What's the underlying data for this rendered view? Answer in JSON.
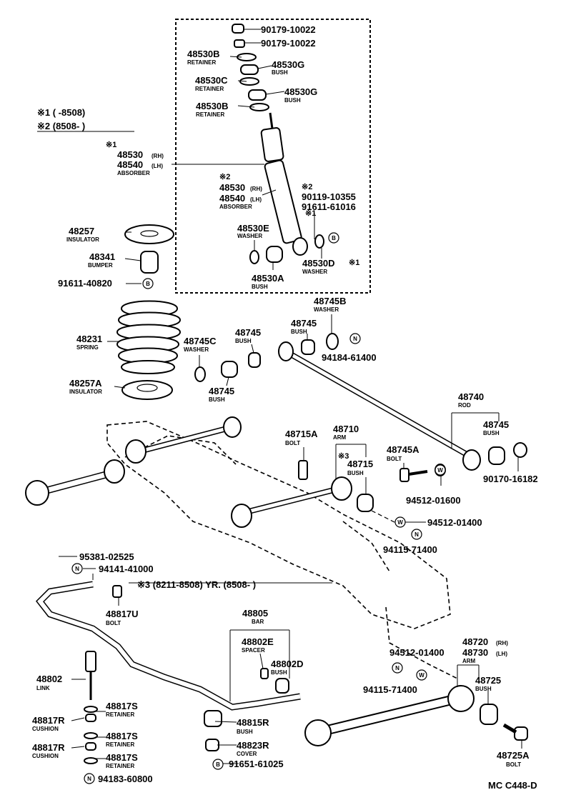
{
  "notes": {
    "n1": "※1 (       -8508)",
    "n2": "※2 (8508-          )",
    "n3": "※3 (8211-8508) YR. (8508-           )",
    "diagram_code": "MC C448-D"
  },
  "markers": {
    "m1": "※1",
    "m2": "※2",
    "m1b": "※1",
    "m2b": "※2",
    "m3": "※3",
    "tail": "※1"
  },
  "symbols": {
    "b": "B",
    "n": "N",
    "w": "W"
  },
  "labels": {
    "p90179a": "90179-10022",
    "p90179b": "90179-10022",
    "p48530b1": "48530B",
    "p48530b1_d": "RETAINER",
    "p48530g1": "48530G",
    "p48530g1_d": "BUSH",
    "p48530c": "48530C",
    "p48530c_d": "RETAINER",
    "p48530g2": "48530G",
    "p48530g2_d": "BUSH",
    "p48530b2": "48530B",
    "p48530b2_d": "RETAINER",
    "p48530rh1": "48530",
    "p48530rh1_s": "(RH)",
    "p48540lh1": "48540",
    "p48540lh1_s": "(LH)",
    "absorber1": "ABSORBER",
    "p48530rh2": "48530",
    "p48530rh2_s": "(RH)",
    "p48540lh2": "48540",
    "p48540lh2_s": "(LH)",
    "absorber2": "ABSORBER",
    "p90119": "90119-10355",
    "p91611_61016": "91611-61016",
    "p48530e": "48530E",
    "p48530e_d": "WASHER",
    "p48530d": "48530D",
    "p48530d_d": "WASHER",
    "p48530a": "48530A",
    "p48530a_d": "BUSH",
    "p48257": "48257",
    "p48257_d": "INSULATOR",
    "p48341": "48341",
    "p48341_d": "BUMPER",
    "p91611_40820": "91611-40820",
    "p48231": "48231",
    "p48231_d": "SPRING",
    "p48257a": "48257A",
    "p48257a_d": "INSULATOR",
    "p48745c": "48745C",
    "p48745c_d": "WASHER",
    "p48745_1": "48745",
    "p48745_1_d": "BUSH",
    "p48745_2": "48745",
    "p48745_2_d": "BUSH",
    "p48745b": "48745B",
    "p48745b_d": "WASHER",
    "p48745_3": "48745",
    "p48745_3_d": "BUSH",
    "p94184": "94184-61400",
    "p48740": "48740",
    "p48740_d": "ROD",
    "p48745_4": "48745",
    "p48745_4_d": "BUSH",
    "p90170": "90170-16182",
    "p48715a": "48715A",
    "p48715a_d": "BOLT",
    "p48710": "48710",
    "p48710_d": "ARM",
    "p48715": "48715",
    "p48715_d": "BUSH",
    "p48745a": "48745A",
    "p48745a_d": "BOLT",
    "p94512_01600": "94512-01600",
    "p94512_01400a": "94512-01400",
    "p94115_71400a": "94115-71400",
    "p95381": "95381-02525",
    "p94141": "94141-41000",
    "p48817u": "48817U",
    "p48817u_d": "BOLT",
    "p48805": "48805",
    "p48805_d": "BAR",
    "p48802e": "48802E",
    "p48802e_d": "SPACER",
    "p48802d": "48802D",
    "p48802d_d": "BUSH",
    "p48802": "48802",
    "p48802_d": "LINK",
    "p48817s1": "48817S",
    "p48817s1_d": "RETAINER",
    "p48817r1": "48817R",
    "p48817r1_d": "CUSHION",
    "p48817s2": "48817S",
    "p48817s2_d": "RETAINER",
    "p48817r2": "48817R",
    "p48817r2_d": "CUSHION",
    "p48817s3": "48817S",
    "p48817s3_d": "RETAINER",
    "p94183": "94183-60800",
    "p48815r": "48815R",
    "p48815r_d": "BUSH",
    "p48823r": "48823R",
    "p48823r_d": "COVER",
    "p91651": "91651-61025",
    "p94512_01400b": "94512-01400",
    "p94115_71400b": "94115-71400",
    "p48720": "48720",
    "p48720_s": "(RH)",
    "p48730": "48730",
    "p48730_s": "(LH)",
    "p48720_d": "ARM",
    "p48725": "48725",
    "p48725_d": "BUSH",
    "p48725a": "48725A",
    "p48725a_d": "BOLT"
  }
}
